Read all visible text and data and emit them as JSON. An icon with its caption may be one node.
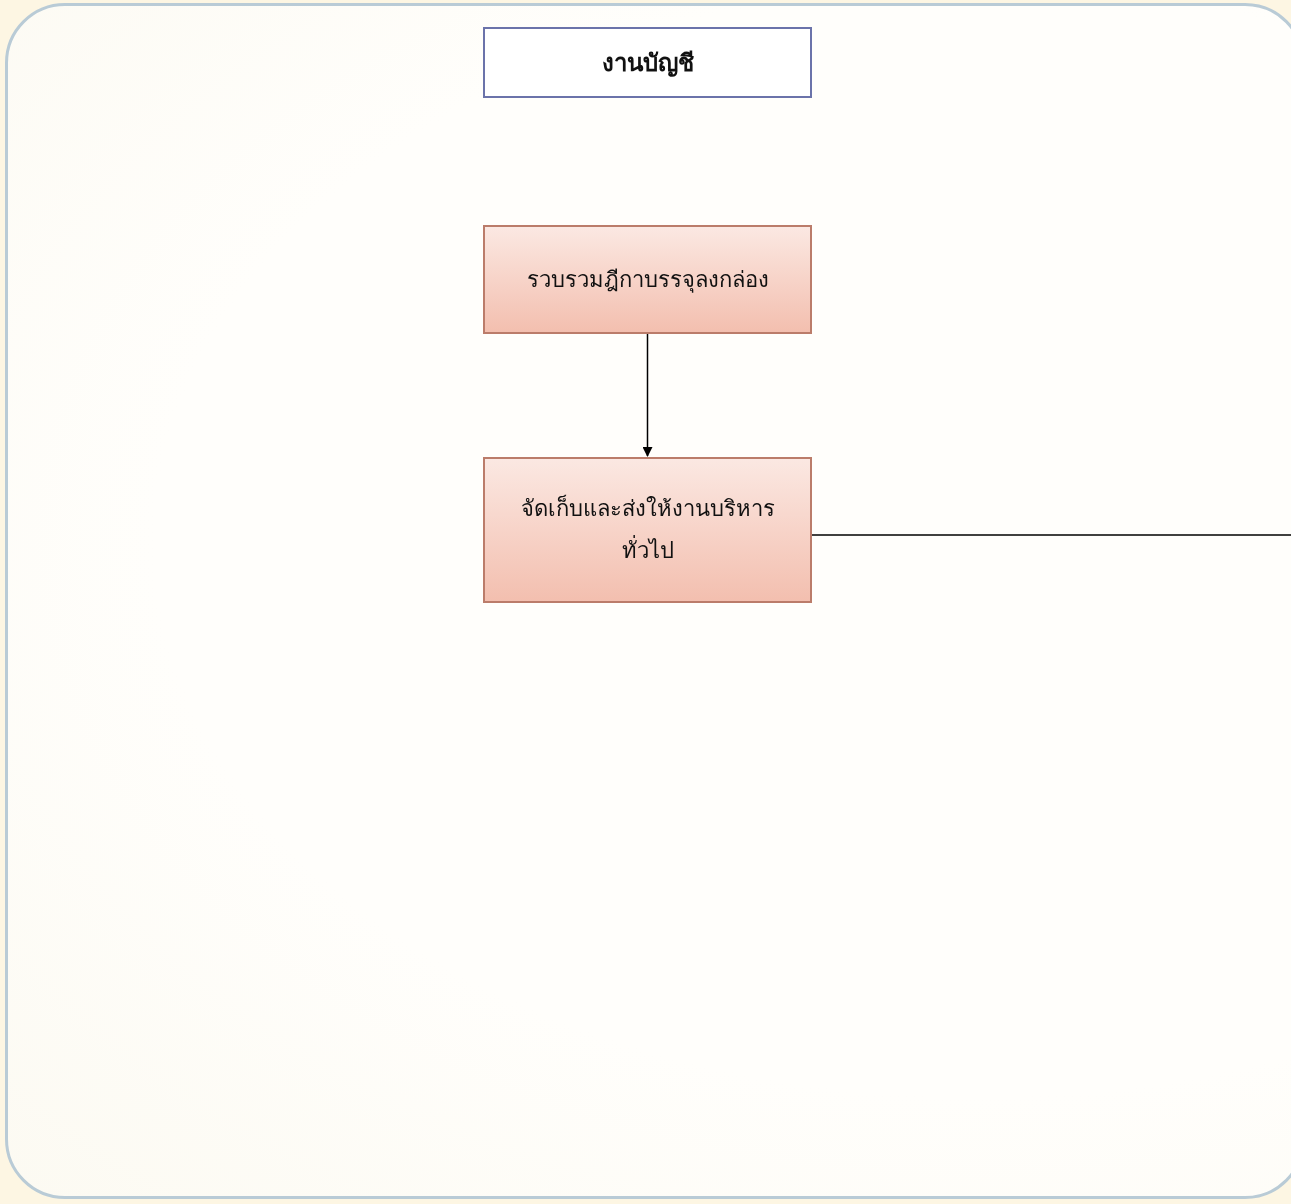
{
  "diagram": {
    "nodes": [
      {
        "text": [
          "งานบัญชี"
        ]
      },
      {
        "text": [
          "รวบรวมฎีกาบรรจุลงกล่อง"
        ]
      },
      {
        "text": [
          "จัดเก็บและส่งให้งานบริหารทั่วไป"
        ]
      }
    ],
    "edges": [
      {
        "from": 1,
        "to": 2,
        "arrow": "to"
      },
      {
        "from": 2,
        "to": null,
        "arrow": "none"
      }
    ]
  }
}
